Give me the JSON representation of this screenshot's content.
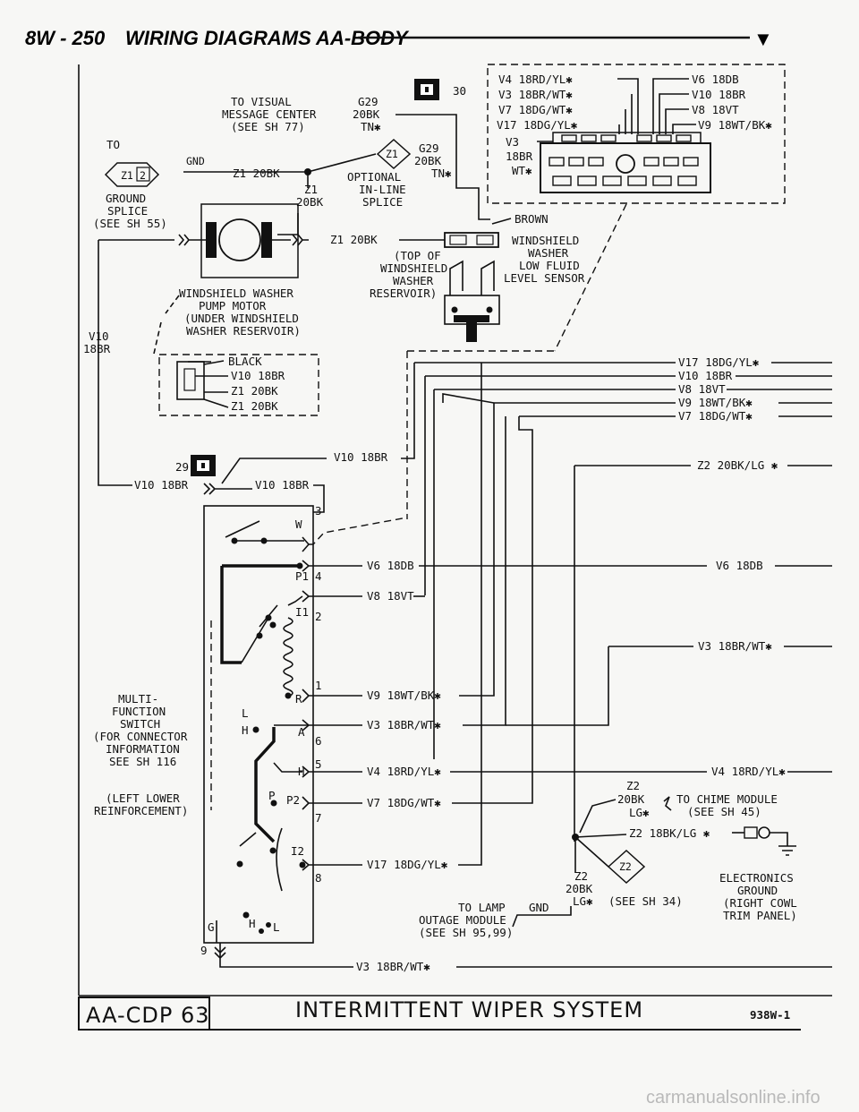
{
  "header": {
    "page_number": "8W - 250",
    "title": "WIRING DIAGRAMS AA-BODY",
    "arrow": "▼"
  },
  "message_center": {
    "line1": "TO VISUAL",
    "line2": "MESSAGE CENTER",
    "line3": "(SEE SH 77)",
    "wire_g29": "G29",
    "wire_20bk": "20BK",
    "wire_tn": "TN✱",
    "connector_num": "30"
  },
  "ground_splice": {
    "to": "TO",
    "gnd": "GND",
    "tag": "Z1",
    "tag2": "2",
    "wire": "Z1 20BK",
    "line1": "GROUND",
    "line2": "SPLICE",
    "line3": "(SEE SH 55)"
  },
  "inline_splice": {
    "tag": "Z1",
    "g29": "G29",
    "bk": "20BK",
    "tn": "TN✱",
    "optional": "OPTIONAL",
    "inline": "IN-LINE",
    "splice": "SPLICE",
    "z1": "Z1",
    "z1bk": "20BK"
  },
  "connector_top": {
    "rows": [
      "V4 18RD/YL✱",
      "V3 18BR/WT✱",
      "V7 18DG/WT✱",
      "V17 18DG/YL✱"
    ],
    "right_rows": [
      "V6 18DB",
      "V10 18BR",
      "V8 18VT",
      "V9 18WT/BK✱"
    ],
    "v3": "V3",
    "br": "18BR",
    "wt": "WT✱"
  },
  "pump": {
    "wire": "Z1 20BK",
    "line1": "WINDSHIELD WASHER",
    "line2": "PUMP MOTOR",
    "line3": "(UNDER WINDSHIELD",
    "line4": "WASHER RESERVOIR)",
    "v10": "V10",
    "br": "18BR"
  },
  "sensor": {
    "brown": "BROWN",
    "line1": "WINDSHIELD",
    "line2": "WASHER",
    "line3": "LOW FLUID",
    "line4": "LEVEL SENSOR",
    "top1": "(TOP OF",
    "top2": "WINDSHIELD",
    "top3": "WASHER",
    "top4": "RESERVOIR)"
  },
  "pump_connector": {
    "black": "BLACK",
    "rows": [
      "V10 18BR",
      "Z1 20BK",
      "Z1 20BK"
    ]
  },
  "right_bus": [
    "V17 18DG/YL✱",
    "V10 18BR",
    "V8 18VT",
    "V9 18WT/BK✱",
    "V7 18DG/WT✱"
  ],
  "connector29": {
    "num": "29",
    "wire_a": "V10 18BR",
    "wire_b": "V10 18BR",
    "wire_c": "V10 18BR"
  },
  "switch": {
    "pins": [
      "3",
      "4",
      "2",
      "1",
      "6",
      "5",
      "7",
      "8",
      "9"
    ],
    "letters": {
      "W": "W",
      "P1": "P1",
      "I1": "I1",
      "R": "R",
      "L": "L",
      "H": "H",
      "A": "A",
      "H2": "H",
      "P": "P",
      "P2": "P2",
      "I2": "I2",
      "G": "G",
      "H3": "H",
      "L2": "L"
    },
    "wires": [
      "V6 18DB",
      "V8 18VT",
      "V9 18WT/BK✱",
      "V3 18BR/WT✱",
      "V4 18RD/YL✱",
      "V7 18DG/WT✱",
      "V17 18DG/YL✱"
    ],
    "label": [
      "MULTI-",
      "FUNCTION",
      "SWITCH",
      "(FOR CONNECTOR",
      "INFORMATION",
      "SEE SH 116"
    ],
    "note": [
      "(LEFT LOWER",
      "REINFORCEMENT)"
    ]
  },
  "right_side": {
    "z2": "Z2 20BK/LG ✱",
    "v6": "V6 18DB",
    "v3": "V3 18BR/WT✱",
    "v4": "V4 18RD/YL✱"
  },
  "chime": {
    "z2": "Z2",
    "bk": "20BK",
    "lg": "LG✱",
    "to": "TO CHIME MODULE",
    "see": "(SEE SH 45)",
    "z2b": "Z2 18BK/LG ✱",
    "tag": "Z2"
  },
  "ground_e": {
    "line1": "ELECTRONICS",
    "line2": "GROUND",
    "line3": "(RIGHT COWL",
    "line4": "TRIM PANEL)",
    "z2": "Z2",
    "bk": "20BK",
    "lg": "LG✱",
    "see": "(SEE SH 34)"
  },
  "lamp": {
    "line1": "TO LAMP",
    "line2": "OUTAGE MODULE",
    "line3": "(SEE SH 95,99)",
    "gnd": "GND"
  },
  "bottom_wire": "V3 18BR/WT✱",
  "footer": {
    "code": "AA-CDP 63",
    "title": "INTERMITTENT WIPER SYSTEM",
    "ref": "938W-1"
  },
  "watermark": "carmanualsonline.info"
}
